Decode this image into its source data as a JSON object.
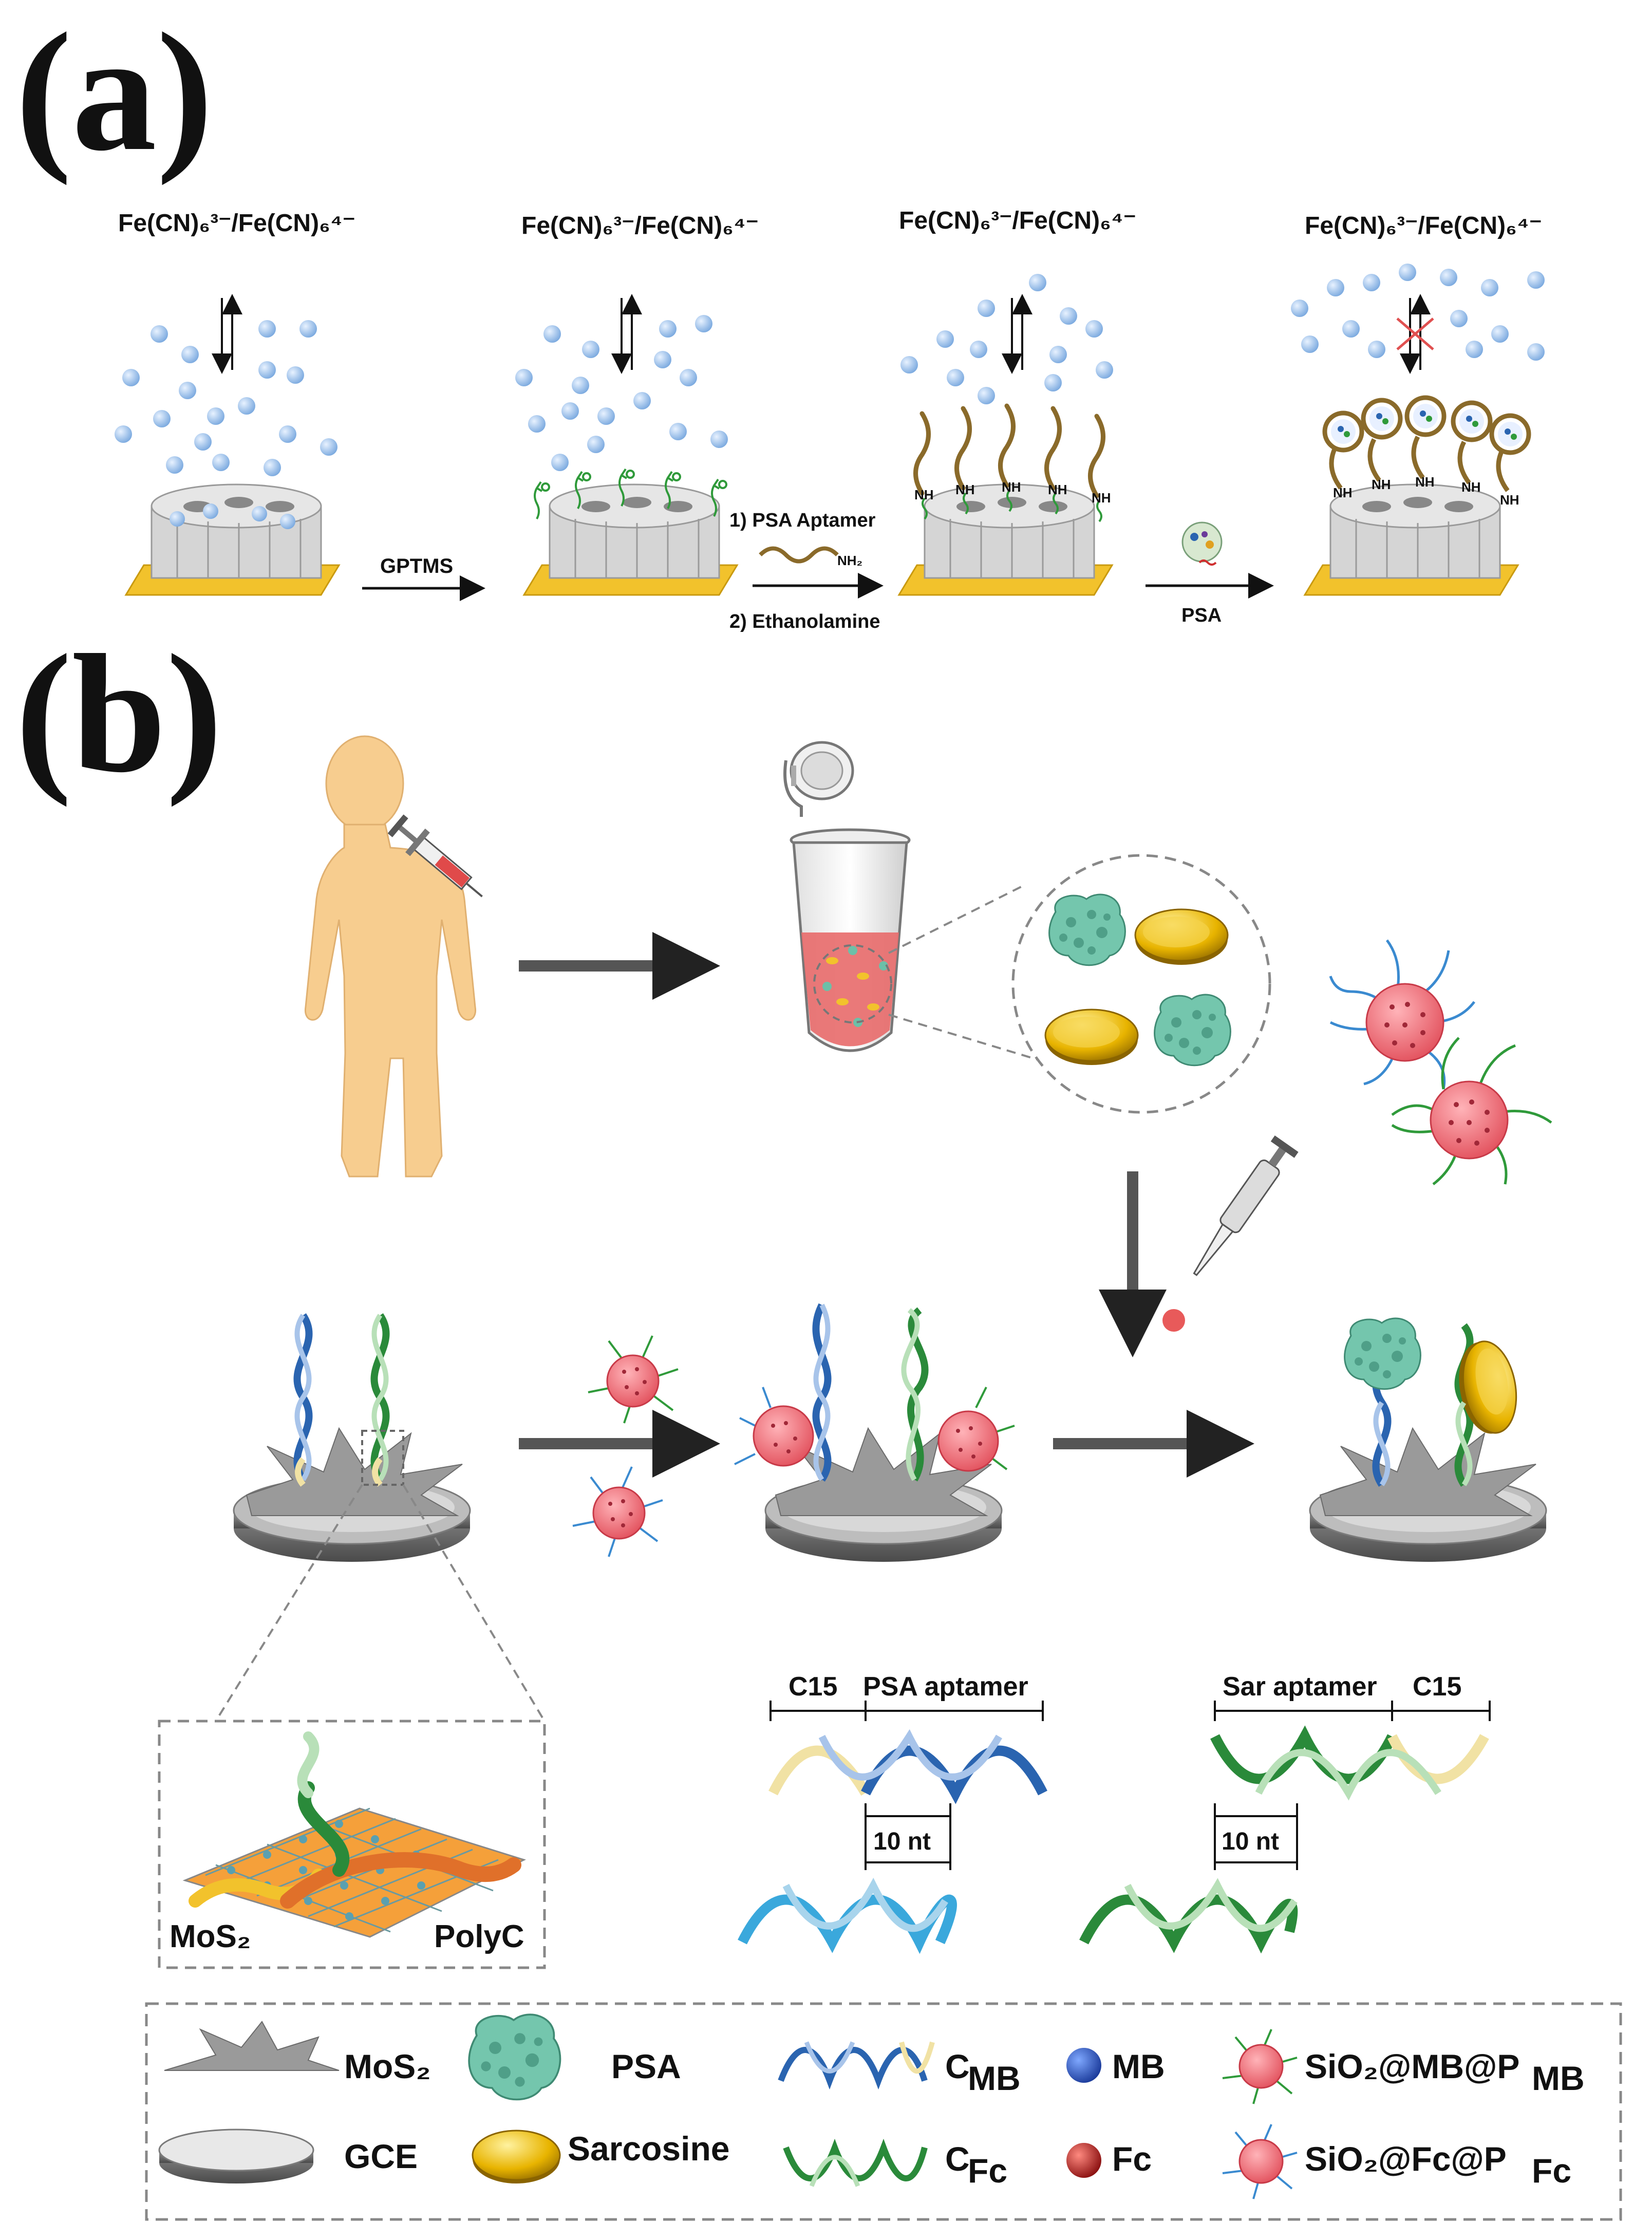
{
  "panel_a": {
    "letter": "(a)",
    "redox_label": "Fe(CN)₆³⁻/Fe(CN)₆⁴⁻",
    "step1": "GPTMS",
    "step2_line1": "1) PSA Aptamer",
    "step2_line2": "2) Ethanolamine",
    "step3": "PSA",
    "nh2": "NH₂",
    "nh": "NH"
  },
  "panel_b": {
    "letter": "(b)",
    "inset_mos2": "MoS₂",
    "inset_polyc": "PolyC",
    "seq_c15": "C15",
    "seq_psa_aptamer": "PSA aptamer",
    "seq_sar_aptamer": "Sar aptamer",
    "seq_10nt": "10 nt"
  },
  "legend": {
    "mos2": "MoS₂",
    "psa": "PSA",
    "cmb_main": "C",
    "cmb_sub": "MB",
    "mb": "MB",
    "sio2_mb": "SiO₂@MB@P",
    "sio2_mb_sub": "MB",
    "gce": "GCE",
    "sarcosine": "Sarcosine",
    "cfc_main": "C",
    "cfc_sub": "Fc",
    "fc": "Fc",
    "sio2_fc": "SiO₂@Fc@P",
    "sio2_fc_sub": "Fc"
  },
  "colors": {
    "ion_blue": "#9ec4ec",
    "gold": "#f2c22c",
    "electrode_grey": "#c8c8c8",
    "aptamer_brown": "#8a6a2a",
    "linker_green": "#2f9a3a",
    "skin": "#f7cd8f",
    "dna_blue": "#2a64b0",
    "dna_green": "#2a8a3a",
    "dna_cream": "#f1e2a4",
    "sphere_red": "#ee6a74",
    "psa_teal": "#6cc0a8",
    "arrow_grey": "#555555"
  }
}
